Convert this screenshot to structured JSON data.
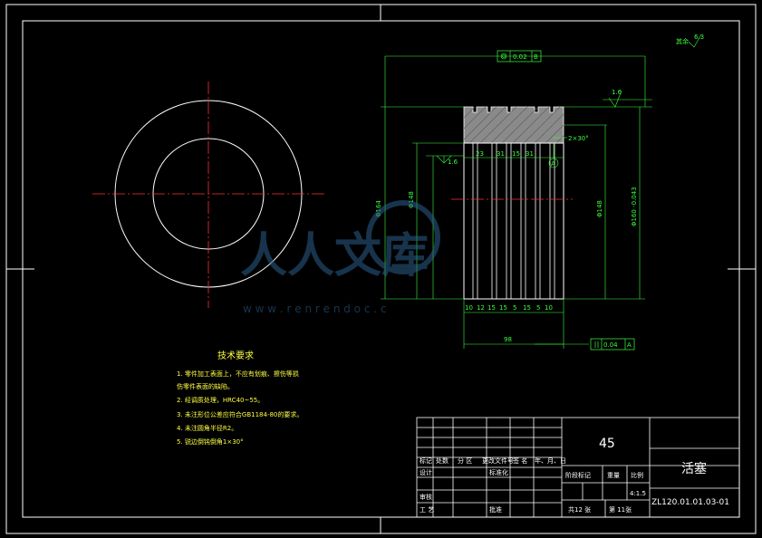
{
  "tech_requirements": {
    "title": "技术要求",
    "items": [
      "1. 零件加工表面上，不应有划痕、擦伤等损",
      "伤零件表面的缺陷。",
      "2. 经调质处理，HRC40~55。",
      "3. 未注形位公差应符合GB1184-80的要求。",
      "4. 未注圆角半径R2。",
      "5. 锐边倒钝倒角1×30°"
    ]
  },
  "title_block": {
    "material": "45",
    "part_name": "活塞",
    "drawing_number": "ZL120.01.01.03-01",
    "scale": "4:1.5",
    "headers": [
      "标记",
      "处数",
      "分 区",
      "更改文件号",
      "签 名",
      "年、月、日"
    ],
    "design": "设计",
    "standardization": "标准化",
    "stage_label": "阶段标记",
    "weight_label": "重量",
    "scale_label": "比例",
    "review": "审核",
    "process": "工 艺",
    "approve": "批准",
    "sheets": "共12 张",
    "sheet_no": "第 11张"
  },
  "annotations": {
    "surface_finish": "其余",
    "roughness_main": "1.6",
    "roughness_top": "6.3",
    "concentricity": "0.02",
    "datum_b": "B",
    "datum_a": "A",
    "parallel_value": "0.04",
    "chamfer": "2×30°",
    "dims_top": [
      "23",
      "31",
      "15",
      "31"
    ],
    "dims_bottom": [
      "10",
      "12",
      "15",
      "15",
      "5",
      "15",
      "5",
      "10"
    ],
    "total_length": "98",
    "dia_left_a": "Φ164",
    "dia_left_b": "Φ148",
    "dia_right_a": "Φ148",
    "dia_right_b": "Φ160 -0.043"
  },
  "watermark": {
    "text": "人人文库",
    "url": "w w w . r e n r e n d o c . c"
  }
}
